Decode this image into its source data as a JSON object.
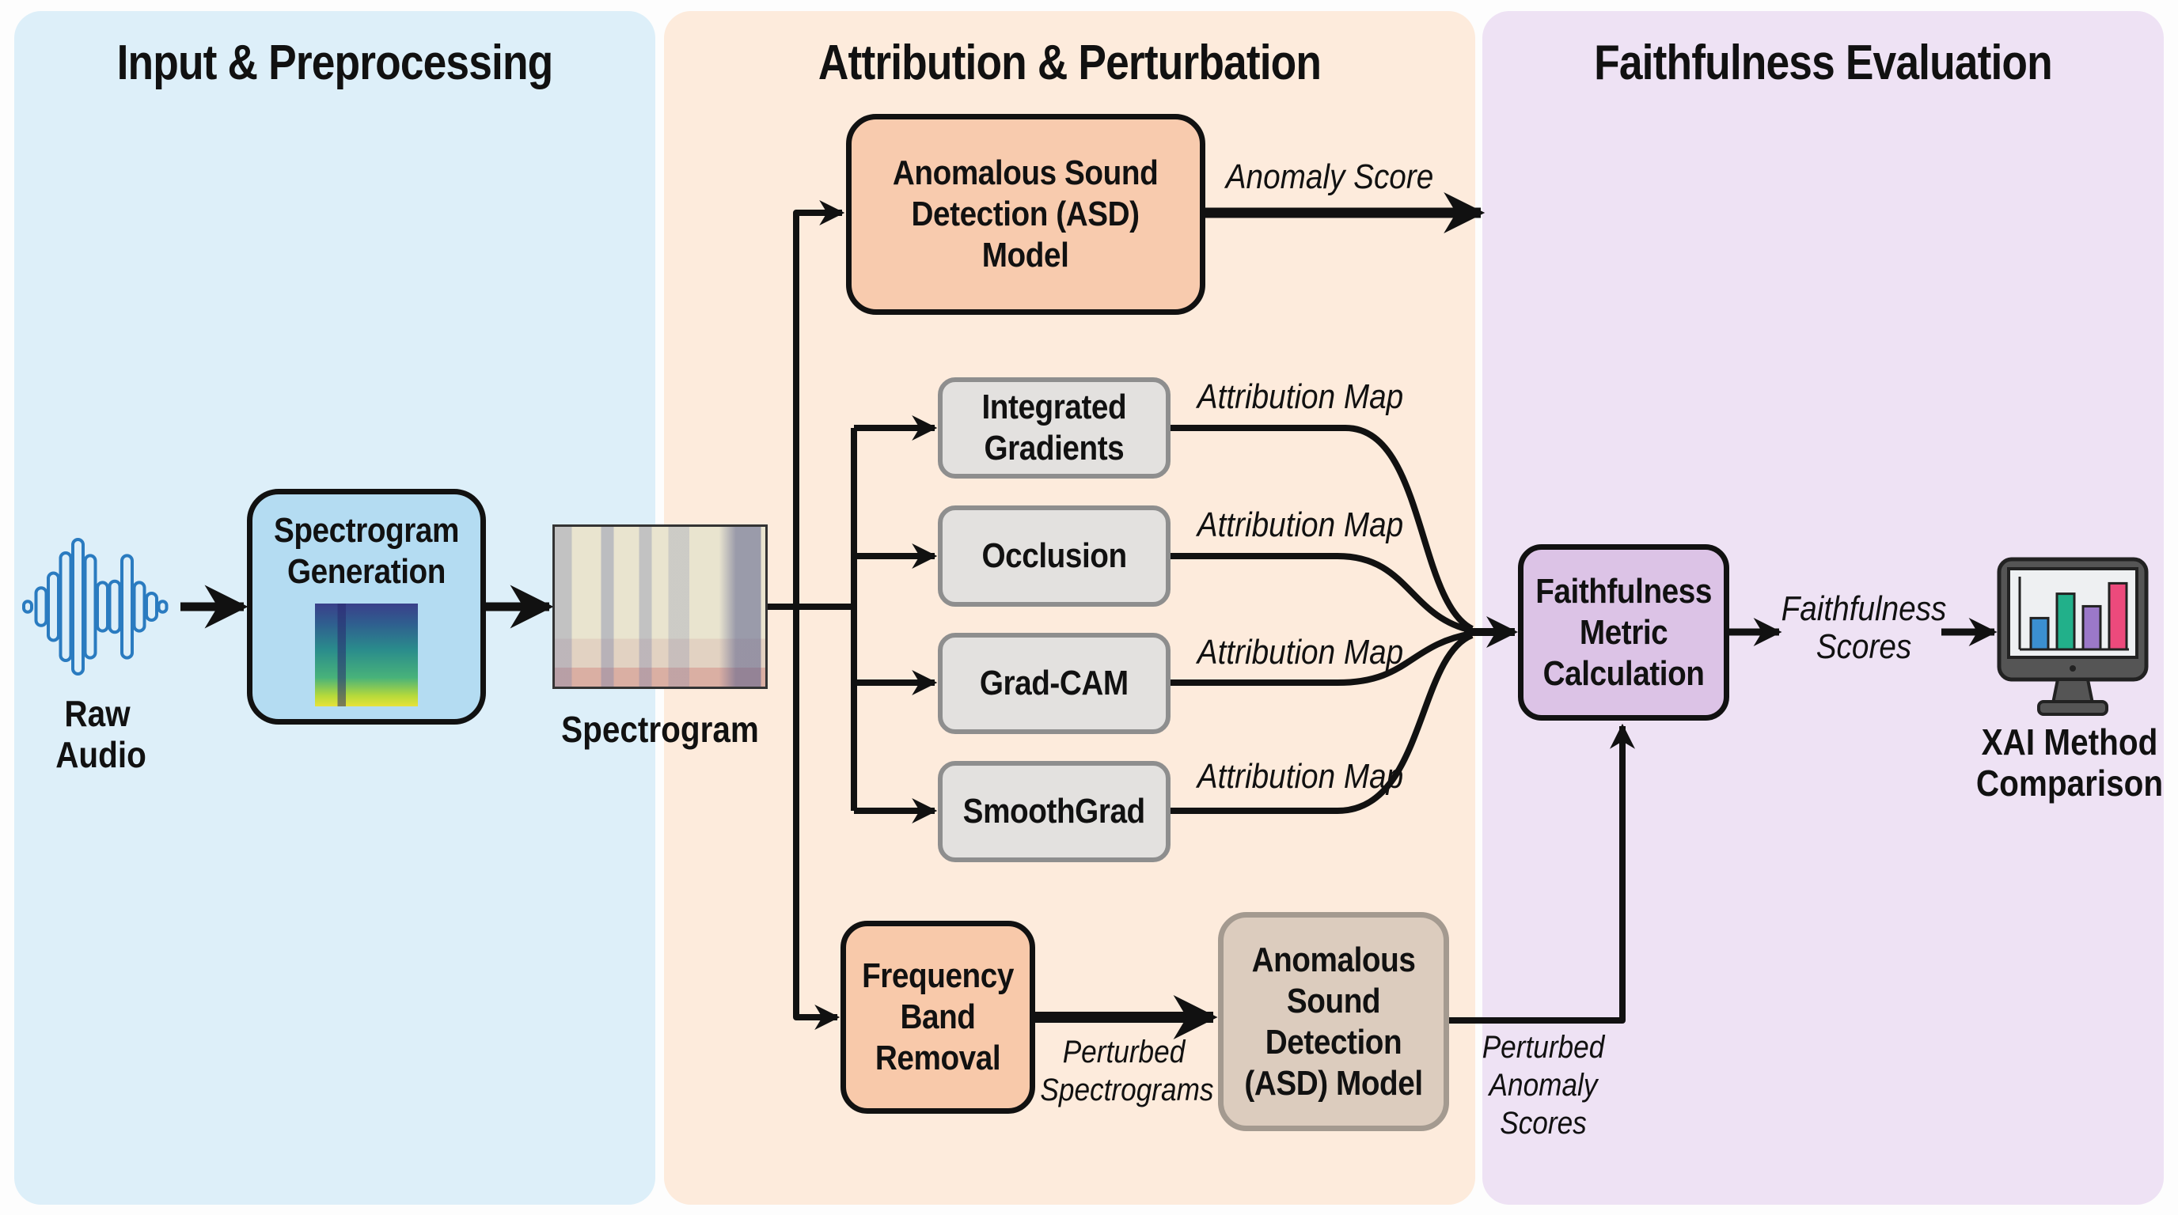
{
  "panels": [
    {
      "id": "input",
      "title": "Input & Preprocessing",
      "color": "#DDEFF9"
    },
    {
      "id": "attribution",
      "title": "Attribution & Perturbation",
      "color": "#FDEBDC"
    },
    {
      "id": "evaluation",
      "title": "Faithfulness Evaluation",
      "color": "#EEE2F4"
    }
  ],
  "input": {
    "raw_audio_label": [
      "Raw",
      "Audio"
    ],
    "spec_gen_label": [
      "Spectrogram",
      "Generation"
    ],
    "spectrogram_label": "Spectrogram"
  },
  "attribution": {
    "asd_model": [
      "Anomalous Sound",
      "Detection (ASD)",
      "Model"
    ],
    "anomaly_score_label": "Anomaly Score",
    "methods": [
      {
        "label": [
          "Integrated",
          "Gradients"
        ],
        "edge_label": "Attribution Map"
      },
      {
        "label": [
          "Occlusion"
        ],
        "edge_label": "Attribution Map"
      },
      {
        "label": [
          "Grad-CAM"
        ],
        "edge_label": "Attribution Map"
      },
      {
        "label": [
          "SmoothGrad"
        ],
        "edge_label": "Attribution Map"
      }
    ],
    "freq_band": [
      "Frequency",
      "Band",
      "Removal"
    ],
    "perturbed_spectrograms_label": [
      "Perturbed",
      "Spectrograms"
    ],
    "asd_model_2": [
      "Anomalous",
      "Sound",
      "Detection",
      "(ASD) Model"
    ]
  },
  "evaluation": {
    "faithfulness_box": [
      "Faithfulness",
      "Metric",
      "Calculation"
    ],
    "faithfulness_scores_label": [
      "Faithfulness",
      "Scores"
    ],
    "perturbed_scores_label": [
      "Perturbed",
      "Anomaly",
      "Scores"
    ],
    "xai_label": [
      "XAI Method",
      "Comparison"
    ],
    "monitor_bar_colors": [
      "#3B8FD0",
      "#22B08A",
      "#9B78C8",
      "#EC4A7C"
    ],
    "monitor_bar_levels": [
      0.45,
      0.8,
      0.62,
      0.95
    ]
  },
  "colors": {
    "asd_box": "#F8CBAE",
    "freq_box": "#F8C9AA",
    "method_box": "#E3E1DF",
    "asd2_box": "#DCCCBE",
    "spec_gen_box": "#B4DCF2",
    "faith_box": "#DCC3E6",
    "waveform": "#2A7BC0"
  }
}
